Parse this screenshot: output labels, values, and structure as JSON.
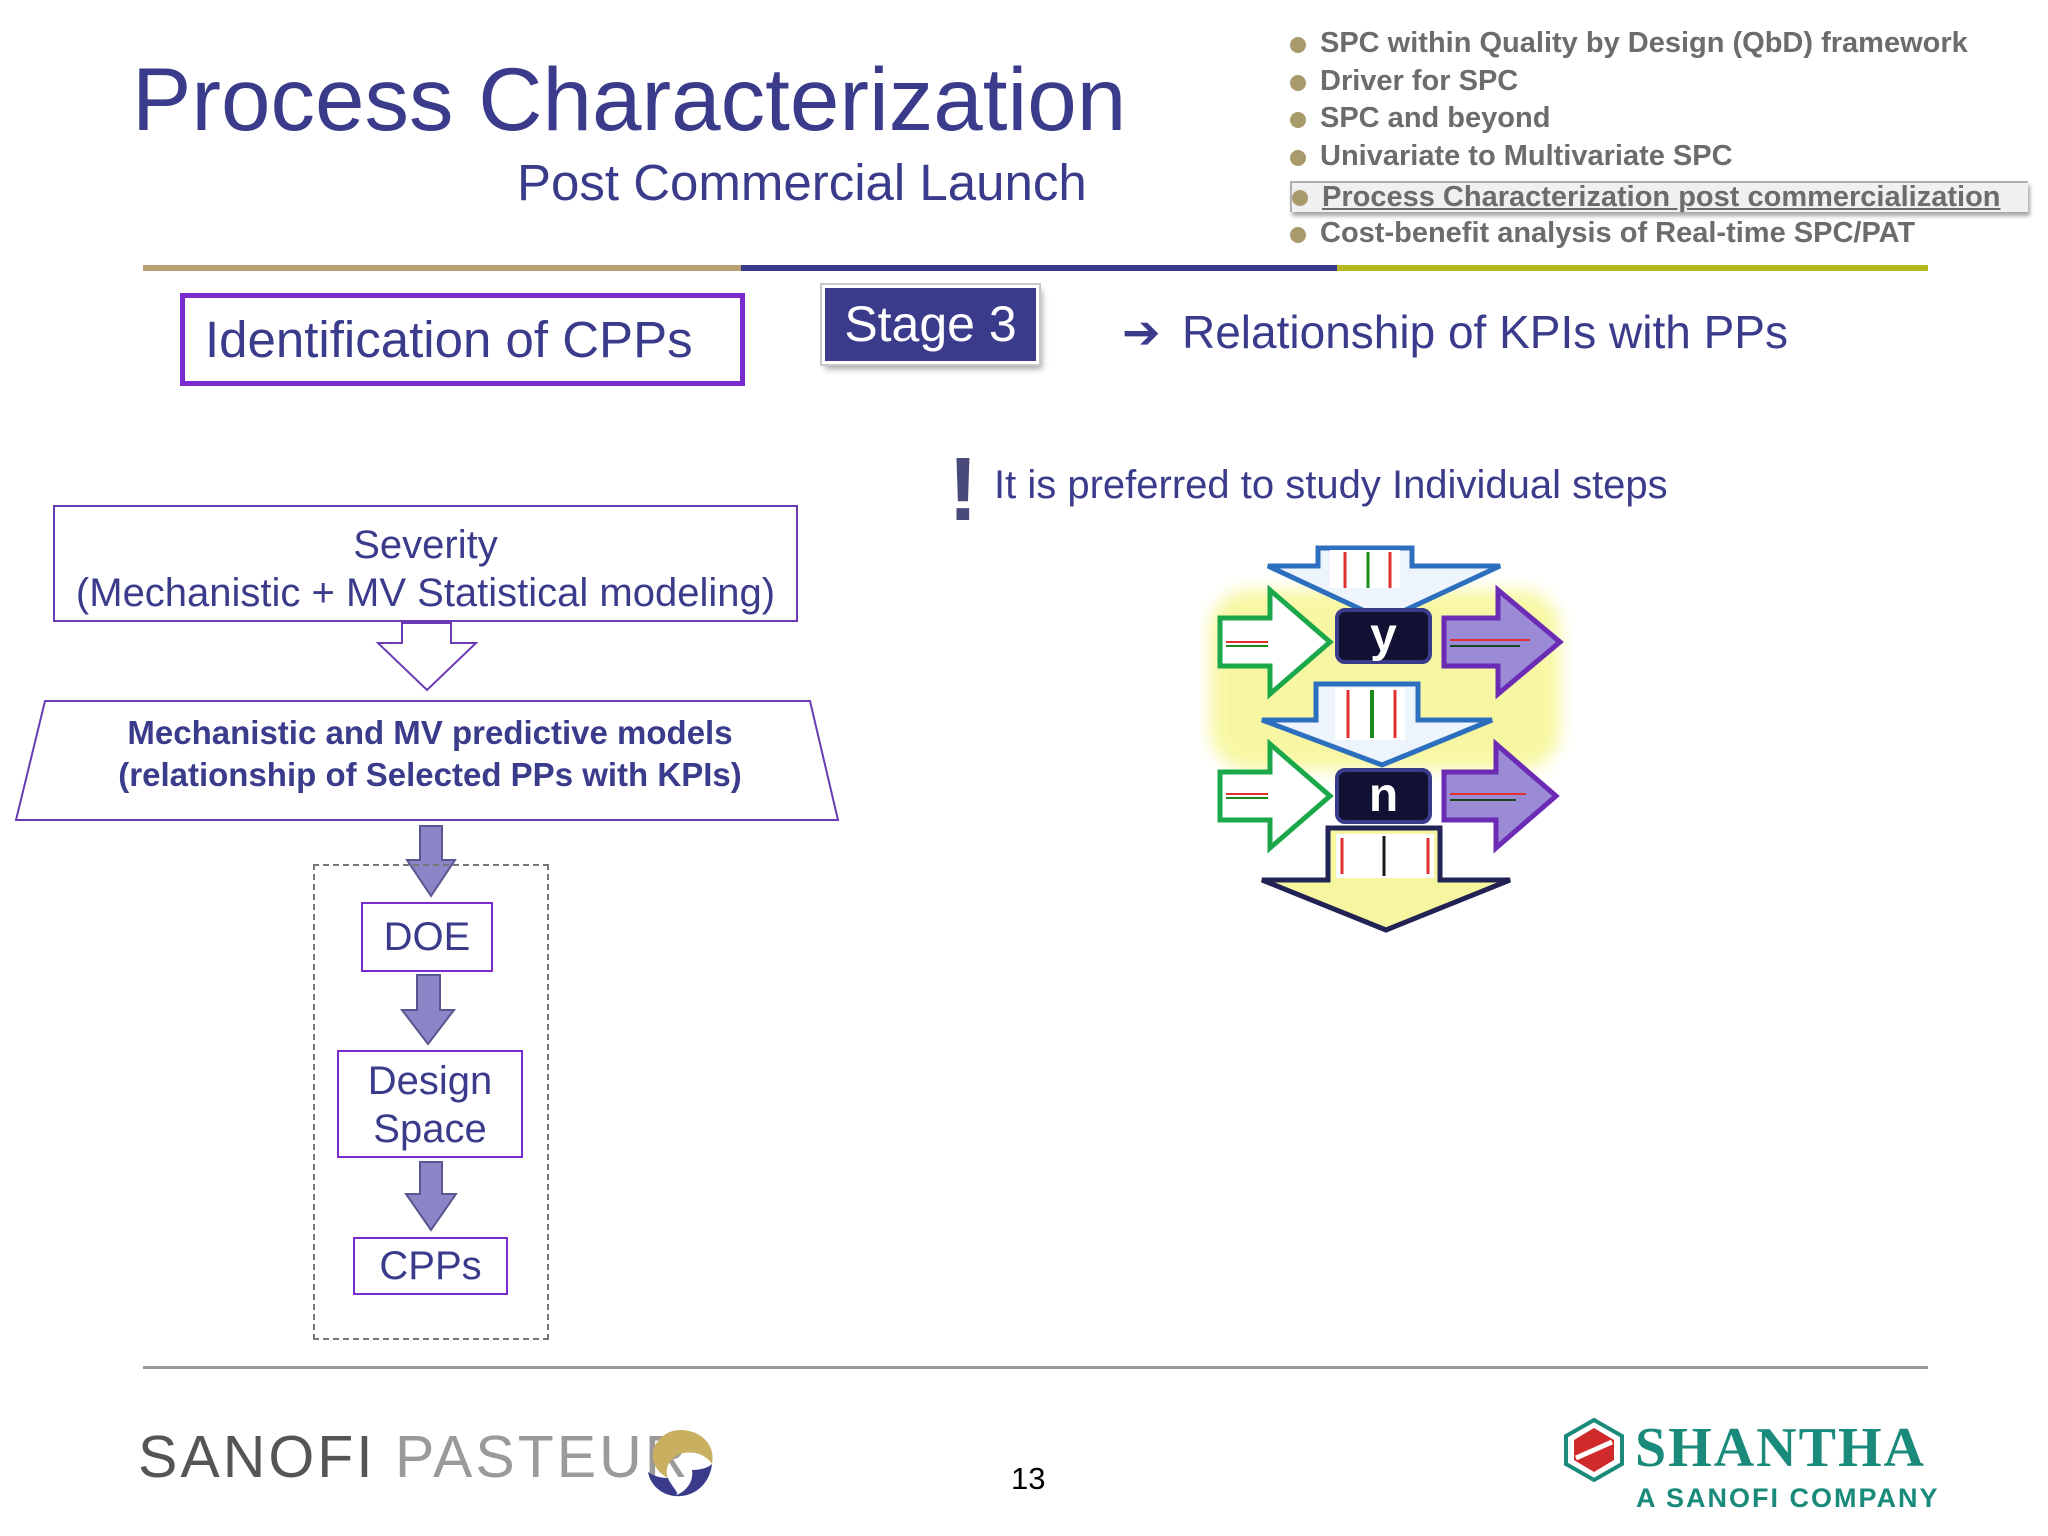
{
  "header": {
    "title": "Process Characterization",
    "subtitle": "Post Commercial Launch"
  },
  "agenda": {
    "items": [
      {
        "label": "SPC within Quality by Design (QbD) framework"
      },
      {
        "label": "Driver for SPC"
      },
      {
        "label": "SPC and beyond"
      },
      {
        "label": "Univariate to Multivariate SPC"
      },
      {
        "label": "Process Characterization post commercialization"
      },
      {
        "label": "Cost-benefit analysis of Real-time SPC/PAT"
      }
    ],
    "active_index": 4
  },
  "section": {
    "identification": "Identification of CPPs",
    "stage": "Stage 3",
    "relationship": "Relationship of KPIs with PPs",
    "preferred": "It is preferred to study Individual steps",
    "exclamation": "!"
  },
  "flow": {
    "severity_line1": "Severity",
    "severity_line2": "(Mechanistic + MV Statistical modeling)",
    "models_line1": "Mechanistic and  MV predictive models",
    "models_line2": "(relationship of Selected PPs with KPIs)",
    "doe": "DOE",
    "design_line1": "Design",
    "design_line2": "Space",
    "cpps": "CPPs"
  },
  "diagram": {
    "step1_label": "y",
    "step2_label": "n"
  },
  "footer": {
    "page_number": "13",
    "logo_left_part1": "SANOFI",
    "logo_left_part2": "PASTEUR",
    "logo_right_name": "SHANTHA",
    "logo_right_sub": "A SANOFI COMPANY"
  },
  "colors": {
    "title": "#3b3b8c",
    "accent_purple": "#7a2bd0",
    "stage_bg": "#3b3b8c",
    "rule_gold": "#b8a070",
    "rule_navy": "#3b3b8c",
    "rule_olive": "#b5b820"
  }
}
